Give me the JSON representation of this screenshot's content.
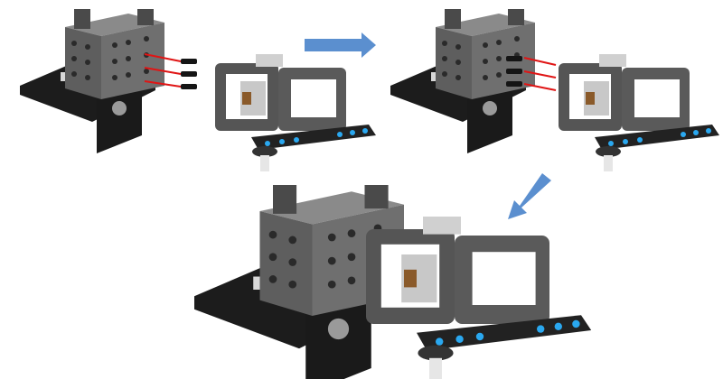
{
  "colors": {
    "background": "#ffffff",
    "block_grey": "#6b6b6b",
    "block_dark": "#3f3f3f",
    "board_black": "#1c1c1c",
    "frame_grey": "#5a5a5a",
    "beam_black": "#222222",
    "beam_led_blue": "#2aa8f0",
    "pin_black": "#151515",
    "insertion_arrow_red": "#e01515",
    "step_arrow_blue": "#5b8fcf",
    "servo_silver": "#c8c8c8",
    "gear_dark": "#333333"
  },
  "icons": {
    "step_arrow_right": "arrow-right-icon",
    "step_arrow_down_left": "arrow-down-left-icon",
    "insertion_arrow": "arrow-left-red-icon"
  },
  "panels": [
    {
      "id": "step-1",
      "pins_inserted": false
    },
    {
      "id": "step-2",
      "pins_inserted": true
    },
    {
      "id": "result",
      "assembled": true
    }
  ]
}
